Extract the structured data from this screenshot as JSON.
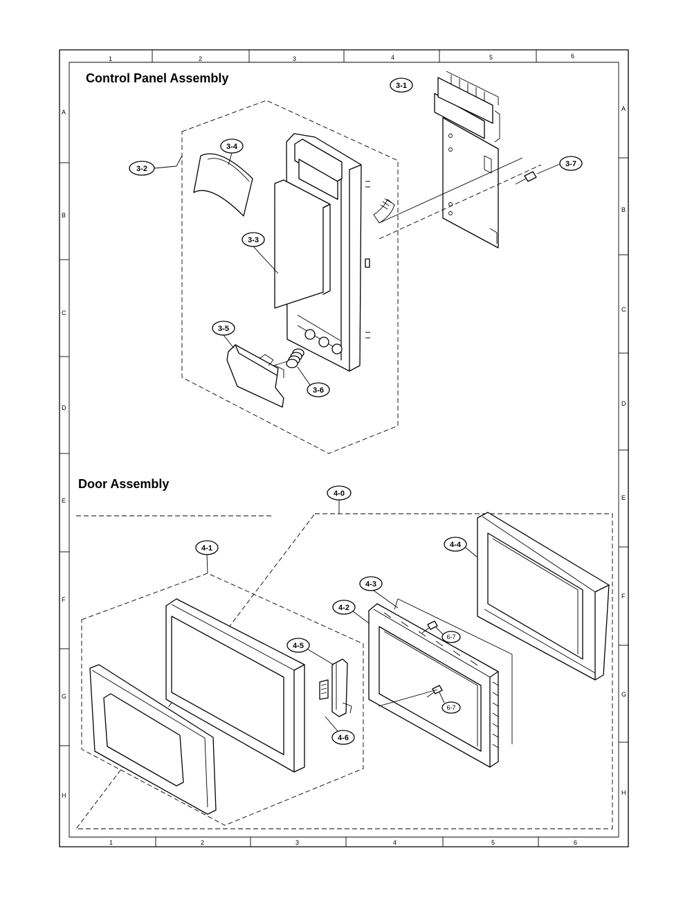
{
  "sections": {
    "control_panel": "Control Panel Assembly",
    "door": "Door Assembly"
  },
  "grid": {
    "columns": [
      "1",
      "2",
      "3",
      "4",
      "5",
      "6"
    ],
    "rows": [
      "A",
      "B",
      "C",
      "D",
      "E",
      "F",
      "G",
      "H"
    ]
  },
  "callouts": {
    "c3_1": "3-1",
    "c3_2": "3-2",
    "c3_3": "3-3",
    "c3_4": "3-4",
    "c3_5": "3-5",
    "c3_6": "3-6",
    "c3_7": "3-7",
    "c4_0": "4-0",
    "c4_1": "4-1",
    "c4_2": "4-2",
    "c4_3": "4-3",
    "c4_4": "4-4",
    "c4_5": "4-5",
    "c4_6": "4-6",
    "c6_7a": "6-7",
    "c6_7b": "6-7"
  }
}
